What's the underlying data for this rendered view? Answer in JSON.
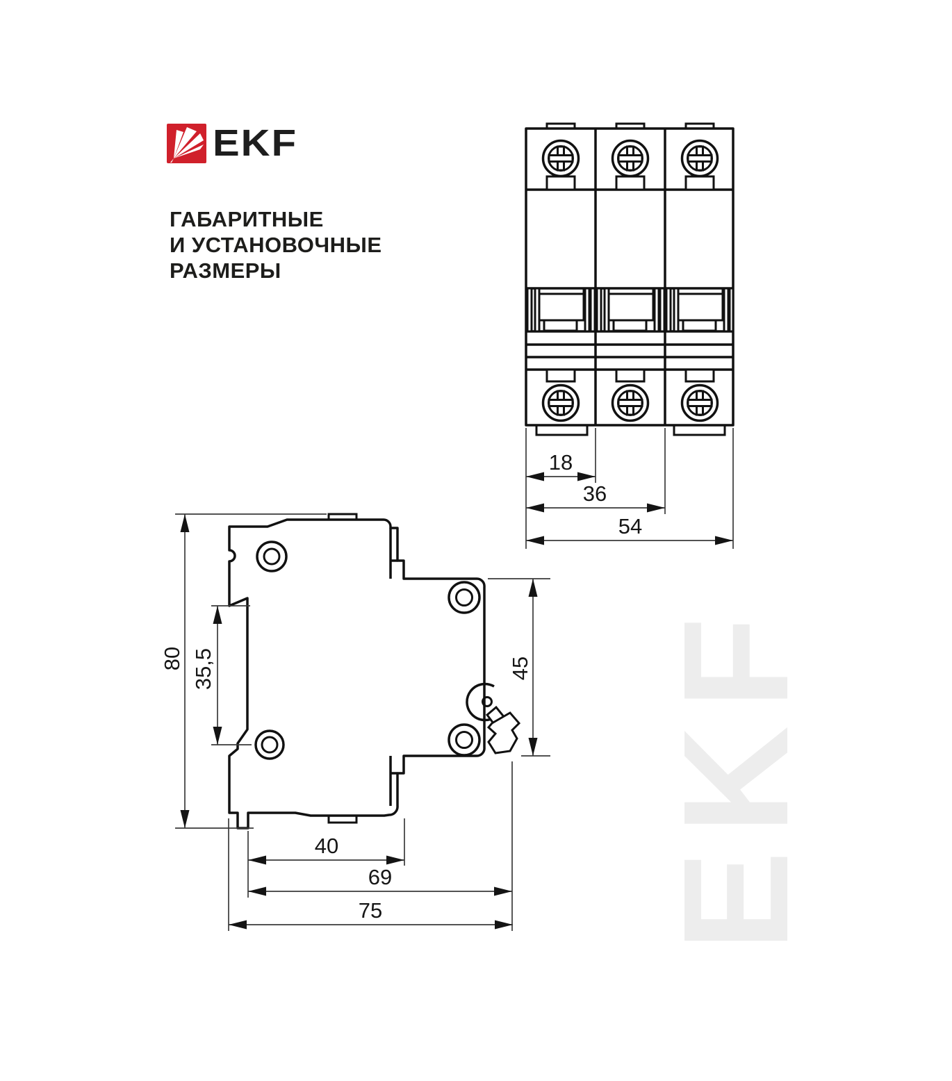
{
  "brand": {
    "logo_text": "EKF",
    "logo_red": "#d0202b"
  },
  "title": {
    "lines": [
      "ГАБАРИТНЫЕ",
      "И УСТАНОВОЧНЫЕ",
      "РАЗМЕРЫ"
    ]
  },
  "watermark": {
    "text": "EKF",
    "color": "#ededed"
  },
  "dims": {
    "front_module": "18",
    "front_two_modules": "36",
    "front_total": "54",
    "side_height": "80",
    "side_din_window": "35,5",
    "side_front_face": "45",
    "side_back_step": "40",
    "side_body_depth": "69",
    "side_total_depth": "75"
  }
}
